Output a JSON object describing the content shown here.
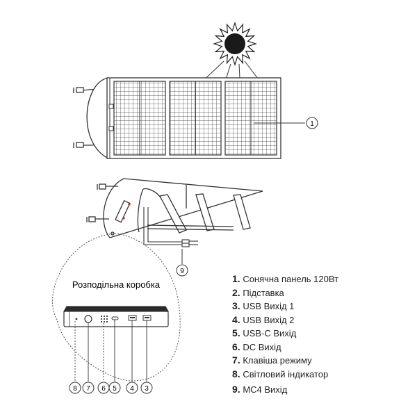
{
  "callouts": {
    "c1": "1",
    "c3": "3",
    "c4": "4",
    "c5": "5",
    "c6": "6",
    "c7": "7",
    "c8": "8",
    "c9": "9"
  },
  "junction_box_label": "Розподільна коробка",
  "legend": [
    {
      "num": "1.",
      "text": "Сонячна панель 120Вт"
    },
    {
      "num": "2.",
      "text": "Підставка"
    },
    {
      "num": "3.",
      "text": "USB Вихід 1"
    },
    {
      "num": "4.",
      "text": "USB Вихід 2"
    },
    {
      "num": "5.",
      "text": "USB-C Вихід"
    },
    {
      "num": "6.",
      "text": "DC Вихід"
    },
    {
      "num": "7.",
      "text": "Клавіша режиму"
    },
    {
      "num": "8.",
      "text": "Світловий індикатор"
    },
    {
      "num": "9.",
      "text": "MC4 Вихід"
    }
  ]
}
